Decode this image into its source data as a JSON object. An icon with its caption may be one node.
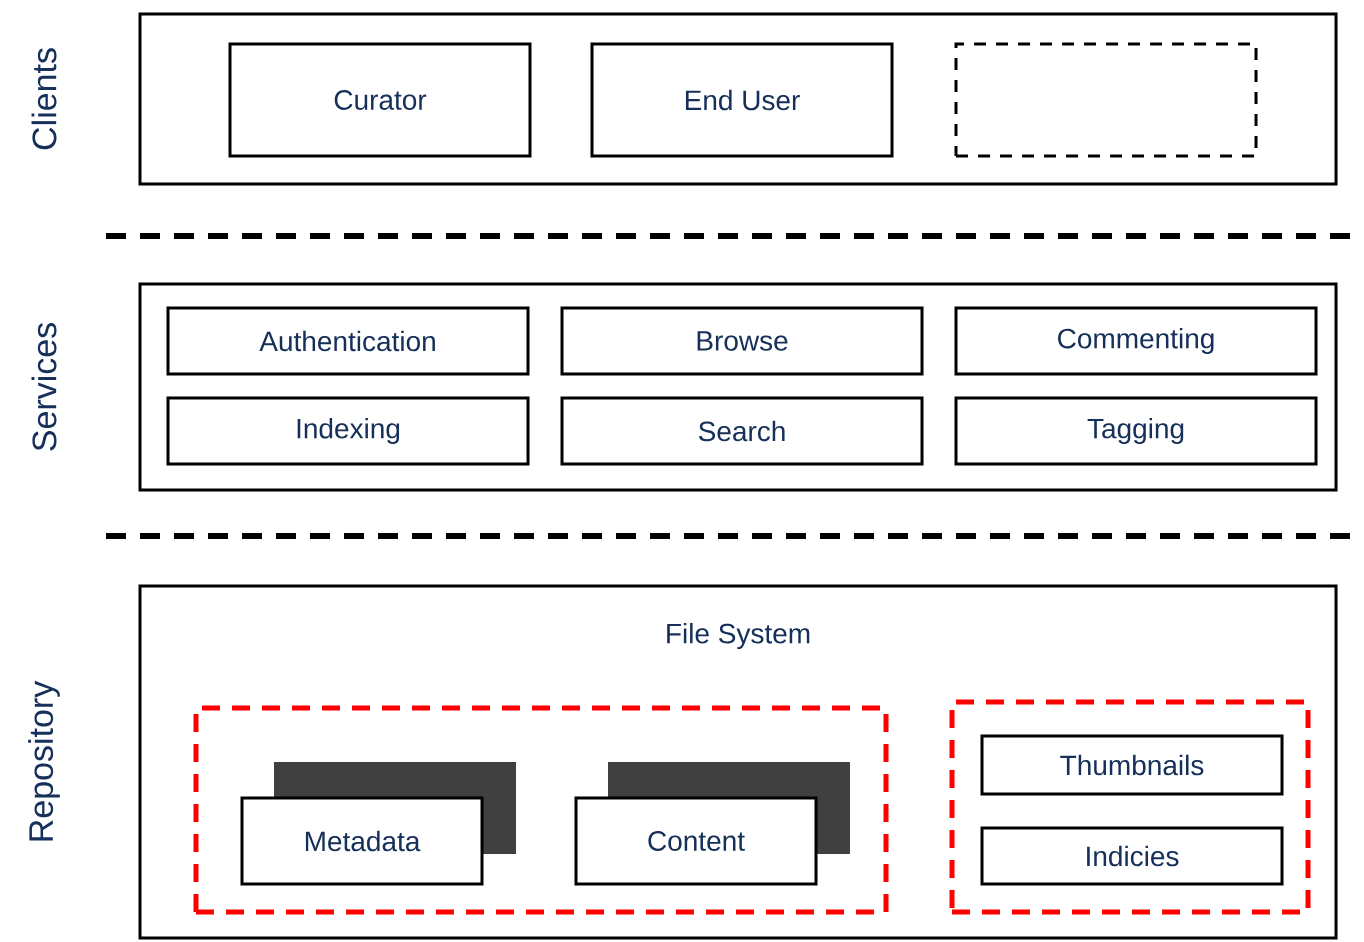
{
  "diagram": {
    "nodes": [
      {
        "text": [
          "Clients"
        ]
      },
      {
        "text": [
          "Curator"
        ],
        "in": 0
      },
      {
        "text": [
          "End User"
        ],
        "in": 0
      },
      {
        "text": [],
        "shape": "box",
        "in": 0
      },
      {
        "text": [
          "Services"
        ]
      },
      {
        "text": [
          "Authentication"
        ],
        "in": 4
      },
      {
        "text": [
          "Browse"
        ],
        "in": 4
      },
      {
        "text": [
          "Commenting"
        ],
        "in": 4
      },
      {
        "text": [
          "Indexing"
        ],
        "in": 4
      },
      {
        "text": [
          "Search"
        ],
        "in": 4
      },
      {
        "text": [
          "Tagging"
        ],
        "in": 4
      },
      {
        "text": [
          "Repository",
          "File System"
        ]
      },
      {
        "text": [],
        "shape": "box",
        "in": 11
      },
      {
        "text": [
          "Metadata"
        ],
        "in": 12
      },
      {
        "text": [
          "Content"
        ],
        "in": 12
      },
      {
        "text": [],
        "shape": "box",
        "in": 11
      },
      {
        "text": [
          "Thumbnails"
        ],
        "in": 15
      },
      {
        "text": [
          "Indicies"
        ],
        "in": 15
      }
    ]
  }
}
